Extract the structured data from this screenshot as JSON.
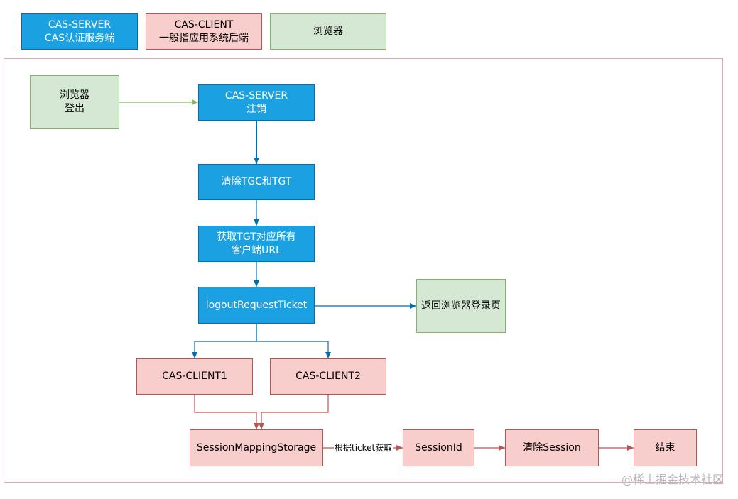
{
  "legend": {
    "server": "CAS-SERVER\nCAS认证服务端",
    "client": "CAS-CLIENT\n一般指应用系统后端",
    "browser": "浏览器"
  },
  "nodes": {
    "browser_logout": "浏览器\n登出",
    "server_logout": "CAS-SERVER\n注销",
    "clear_tgc_tgt": "清除TGC和TGT",
    "get_client_urls": "获取TGT对应所有\n客户端URL",
    "logout_request_ticket": "logoutRequestTicket",
    "return_login_page": "返回浏览器登录页",
    "client1": "CAS-CLIENT1",
    "client2": "CAS-CLIENT2",
    "session_mapping_storage": "SessionMappingStorage",
    "session_id": "SessionId",
    "clear_session": "清除Session",
    "end": "结束"
  },
  "edges": {
    "by_ticket_label": "根据ticket获取"
  },
  "watermark": "@稀土掘金技术社区",
  "colors": {
    "server_fill": "#1ba1e2",
    "server_stroke": "#006eaf",
    "client_fill": "#f8cecc",
    "client_stroke": "#b85450",
    "browser_fill": "#d5e8d4",
    "browser_stroke": "#82b366"
  }
}
